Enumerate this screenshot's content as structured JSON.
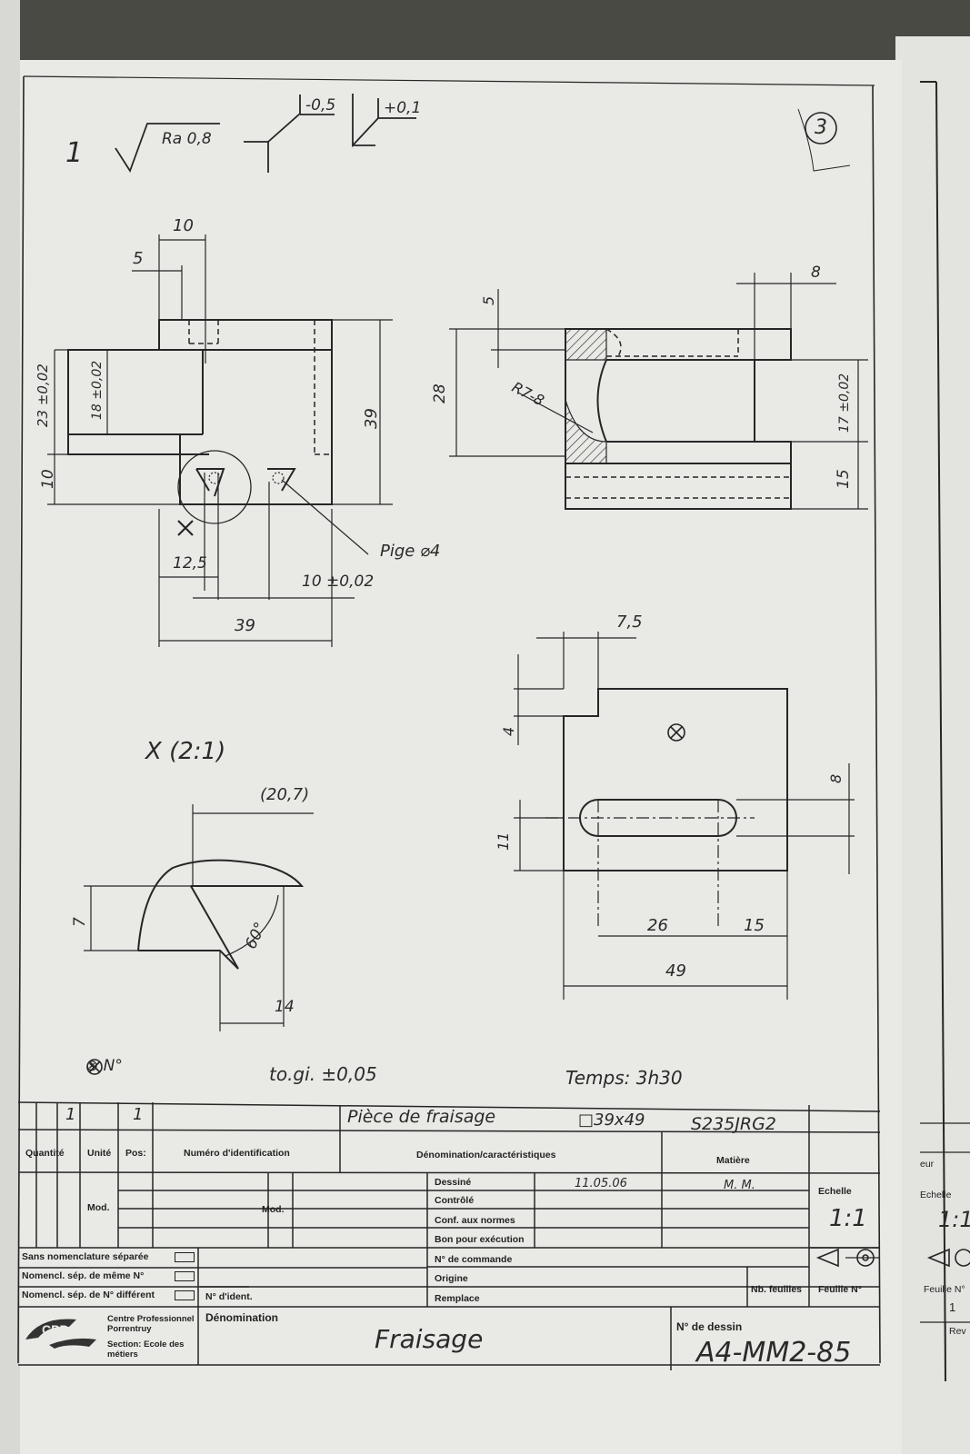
{
  "sheet_number": "3",
  "surface": {
    "count": "1",
    "roughness": "Ra 0,8",
    "tol_upper": "-0,5",
    "tol_right": "+0,1"
  },
  "front_view": {
    "dim_10_top": "10",
    "dim_5": "5",
    "dim_23": "23 ±0,02",
    "dim_18": "18 ±0,02",
    "dim_10_left": "10",
    "dim_39_v": "39",
    "dim_12_5": "12,5",
    "dim_10_tol": "10 ±0,02",
    "dim_39_h": "39",
    "detail_mark": "X",
    "pin_label": "Pige ⌀4"
  },
  "side_view": {
    "dim_5": "5",
    "dim_8": "8",
    "dim_28": "28",
    "radius": "R7-8",
    "dim_17": "17 ±0,02",
    "dim_15": "15"
  },
  "top_view": {
    "dim_7_5": "7,5",
    "dim_4": "4",
    "dim_8": "8",
    "dim_11": "11",
    "dim_26": "26",
    "dim_15": "15",
    "dim_49": "49"
  },
  "detail": {
    "title": "X (2:1)",
    "dim_20_7": "(20,7)",
    "dim_7": "7",
    "angle": "60°",
    "dim_14": "14"
  },
  "notes": {
    "no_mark": "⊗ N°",
    "general_tolerance": "to.gi. ±0,05",
    "time": "Temps: 3h30"
  },
  "title_block": {
    "quantity": "1",
    "position": "1",
    "description": "Pièce de fraisage",
    "stock": "□39x49",
    "material": "S235JRG2",
    "headers": {
      "quantity": "Quantité",
      "unit": "Unité",
      "pos": "Pos:",
      "id_number": "Numéro d'identification",
      "denomination": "Dénomination/caractéristiques",
      "matiere": "Matière"
    },
    "mod_label": "Mod.",
    "rows": {
      "drawn": "Dessiné",
      "checked": "Contrôlé",
      "norms": "Conf. aux normes",
      "exec": "Bon pour exécution",
      "order": "N° de commande",
      "origin": "Origine",
      "replaces": "Remplace"
    },
    "drawn_date": "11.05.06",
    "drawn_by": "M. M.",
    "scale_label": "Echelle",
    "scale": "1:1",
    "sheets_label": "Nb. feuilles",
    "sheet_label": "Feuille N°",
    "nomencl_1": "Sans nomenclature séparée",
    "nomencl_2": "Nomencl. sép. de même N°",
    "nomencl_3": "Nomencl. sép. de N° différent",
    "ident_label": "N° d'ident.",
    "school_1": "Centre Professionnel Porrentruy",
    "school_2": "Section: Ecole des métiers",
    "denom_label": "Dénomination",
    "denomination": "Fraisage",
    "drawing_no_label": "N° de dessin",
    "drawing_no": "A4-MM2-85"
  },
  "back_sheet": {
    "label_eur": "eur",
    "scale_label": "Echelle",
    "scale": "1:1",
    "sheet_label": "Feuille N°",
    "sheet_no": "1",
    "rev": "Rev"
  }
}
